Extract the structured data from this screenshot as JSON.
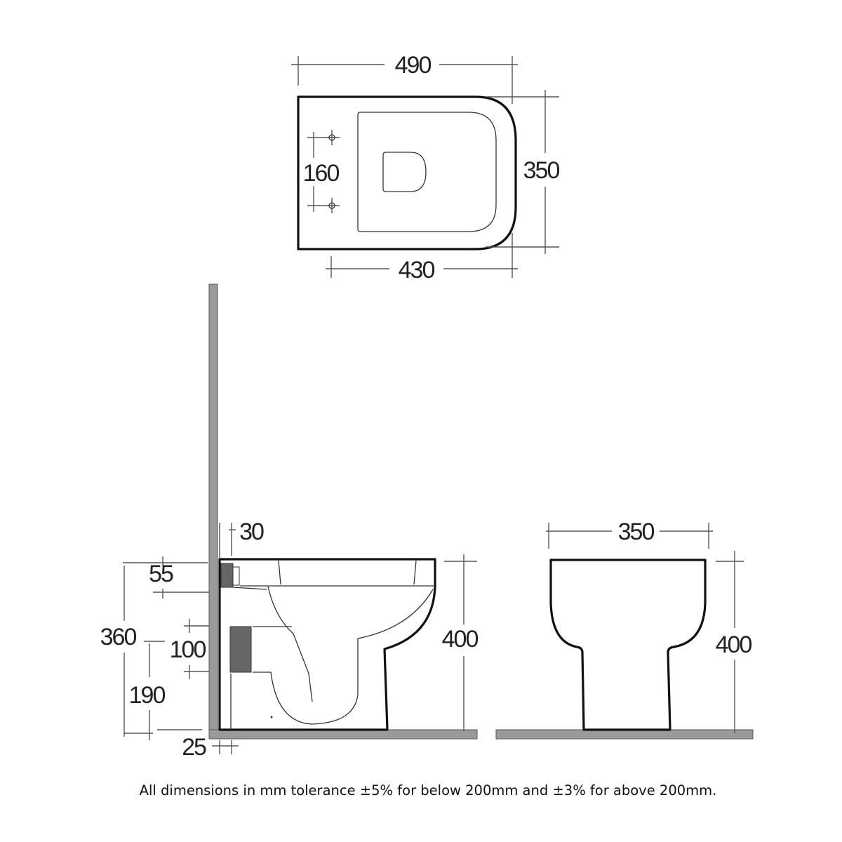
{
  "plan_view": {
    "overall_length": "490",
    "width": "350",
    "pan_length": "430",
    "fixing_centres": "160"
  },
  "side_view": {
    "wall_gap": "30",
    "upper_inlet_height": "55",
    "inlet_centre_height": "360",
    "outlet_height": "100",
    "outlet_centre_height": "190",
    "floor_offset": "25",
    "overall_height": "400"
  },
  "front_view": {
    "width": "350",
    "height": "400"
  },
  "footnote": "All dimensions in mm tolerance ±5% for below 200mm and ±3% for above 200mm."
}
